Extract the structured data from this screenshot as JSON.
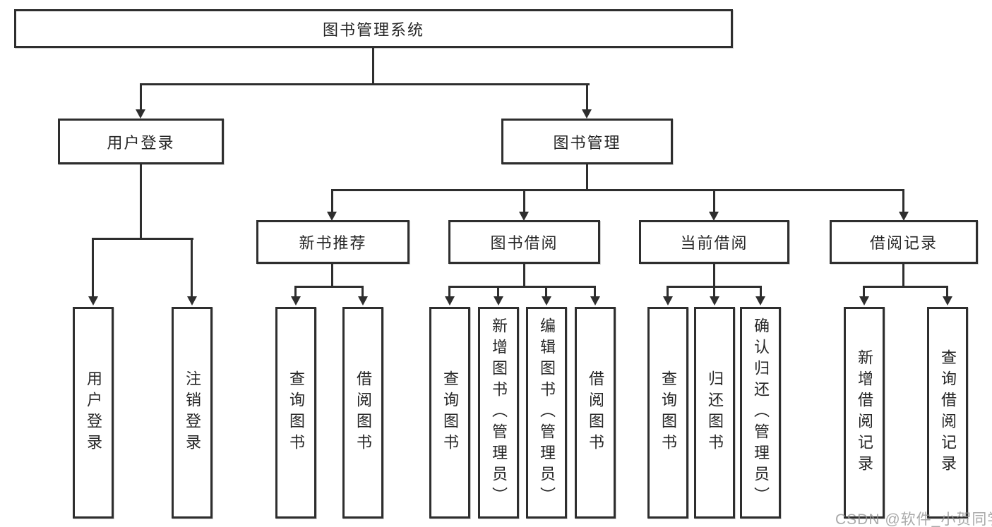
{
  "diagram": {
    "title": "图书管理系统",
    "line_color": "#2e2e2e",
    "level2": [
      {
        "label": "用户登录"
      },
      {
        "label": "图书管理"
      }
    ],
    "level3": [
      {
        "label": "新书推荐",
        "parent": "图书管理"
      },
      {
        "label": "图书借阅",
        "parent": "图书管理"
      },
      {
        "label": "当前借阅",
        "parent": "图书管理"
      },
      {
        "label": "借阅记录",
        "parent": "图书管理"
      }
    ],
    "leaves": [
      {
        "label": "用户登录",
        "parent": "用户登录"
      },
      {
        "label": "注销登录",
        "parent": "用户登录"
      },
      {
        "label": "查询图书",
        "parent": "新书推荐"
      },
      {
        "label": "借阅图书",
        "parent": "新书推荐"
      },
      {
        "label": "查询图书",
        "parent": "图书借阅"
      },
      {
        "label": "新增图书（管理员）",
        "parent": "图书借阅"
      },
      {
        "label": "编辑图书（管理员）",
        "parent": "图书借阅"
      },
      {
        "label": "借阅图书",
        "parent": "图书借阅"
      },
      {
        "label": "查询图书",
        "parent": "当前借阅"
      },
      {
        "label": "归还图书",
        "parent": "当前借阅"
      },
      {
        "label": "确认归还（管理员）",
        "parent": "当前借阅"
      },
      {
        "label": "新增借阅记录",
        "parent": "借阅记录"
      },
      {
        "label": "查询借阅记录",
        "parent": "借阅记录"
      }
    ]
  },
  "watermark": {
    "text": "CSDN @软件_小贺同学"
  }
}
